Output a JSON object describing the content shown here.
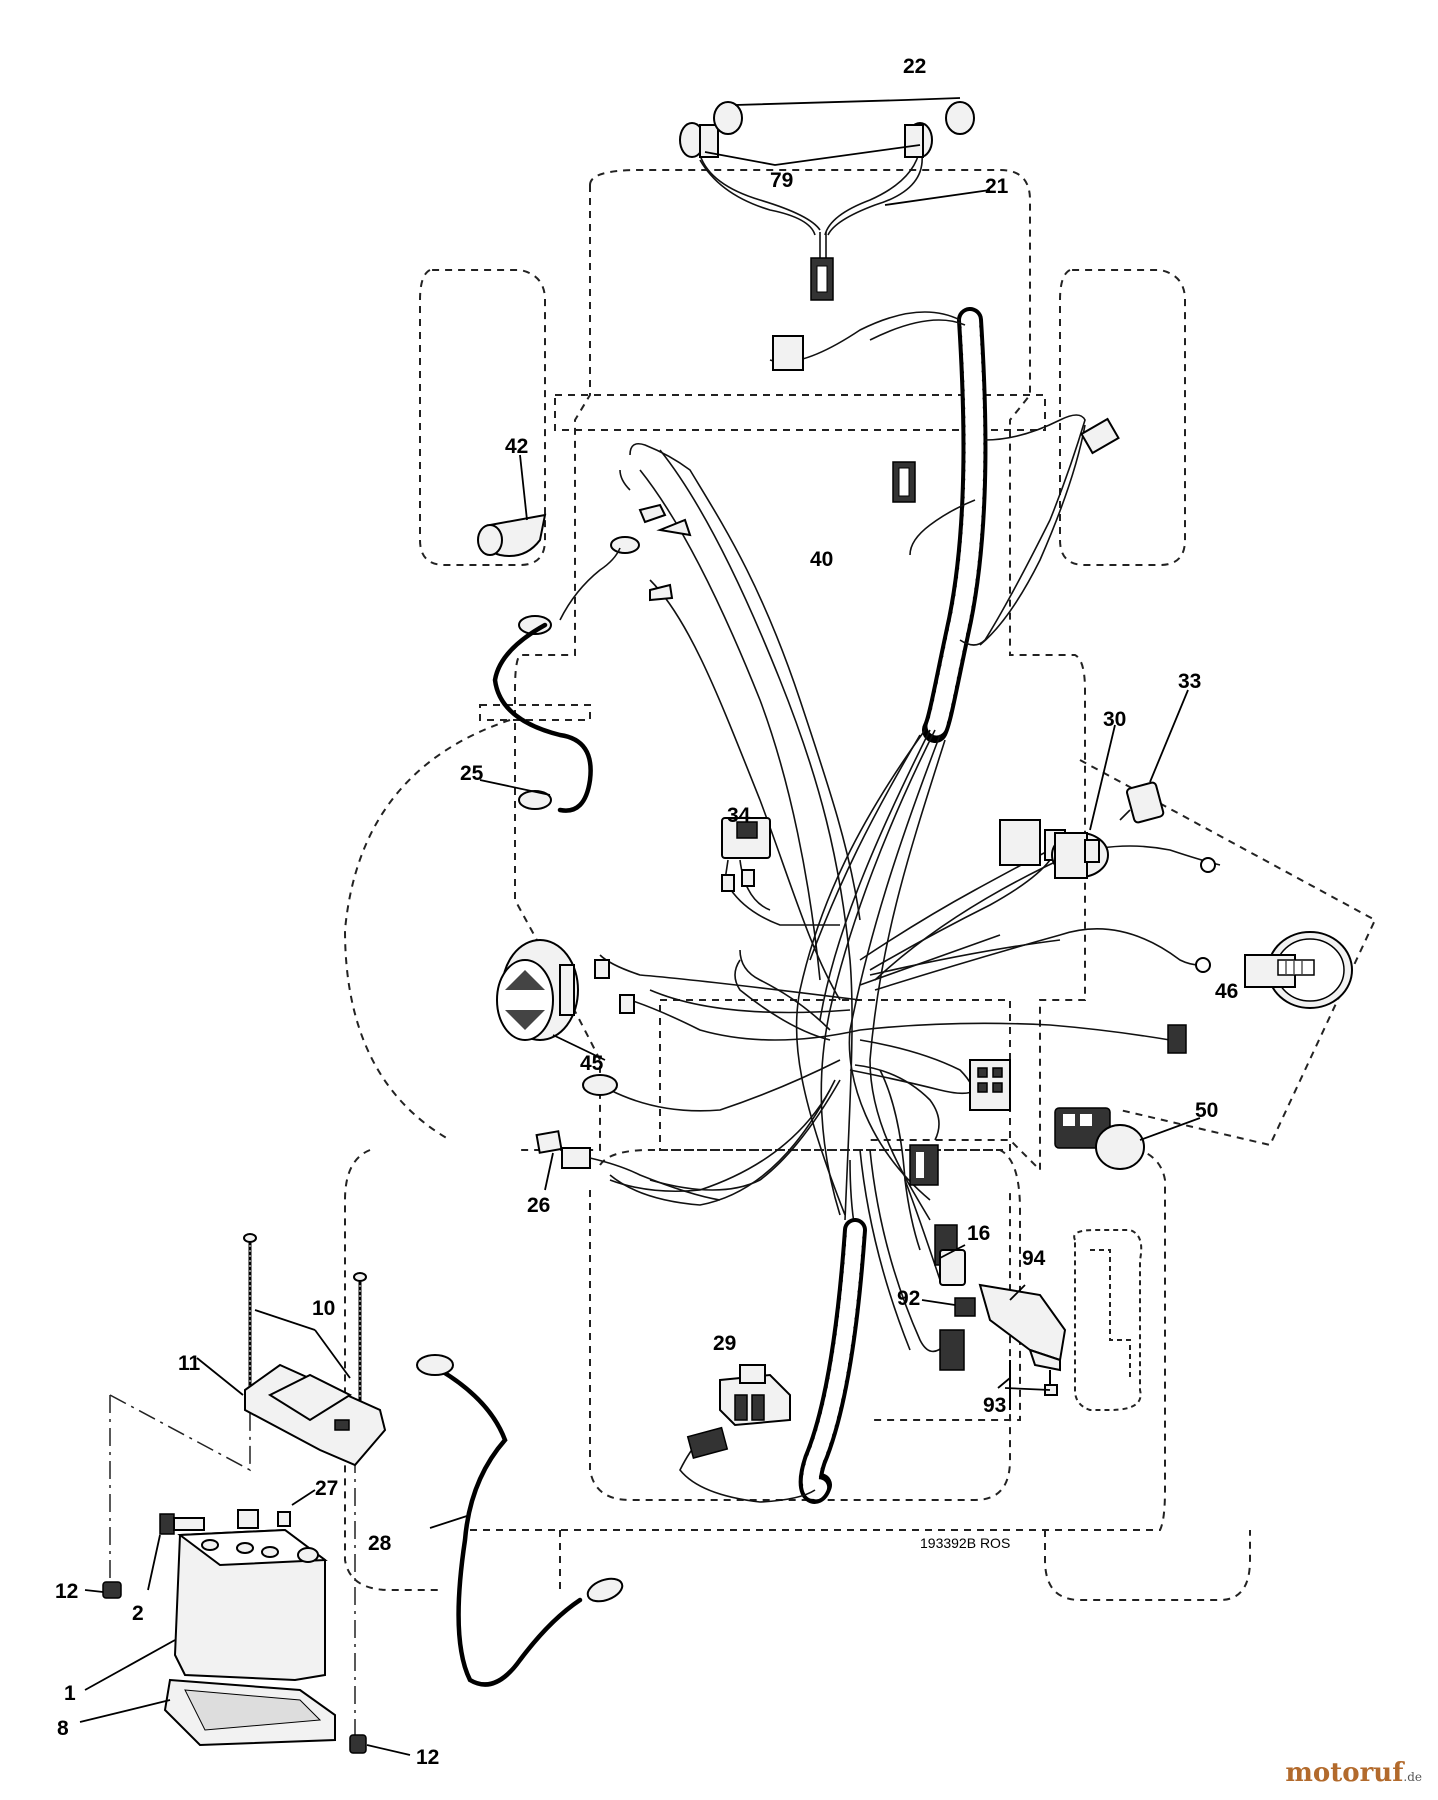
{
  "diagram": {
    "drawing_code": "193392B ROS",
    "callouts": [
      {
        "id": "c22",
        "text": "22"
      },
      {
        "id": "c79",
        "text": "79"
      },
      {
        "id": "c21",
        "text": "21"
      },
      {
        "id": "c42",
        "text": "42"
      },
      {
        "id": "c40",
        "text": "40"
      },
      {
        "id": "c33",
        "text": "33"
      },
      {
        "id": "c30",
        "text": "30"
      },
      {
        "id": "c25",
        "text": "25"
      },
      {
        "id": "c34",
        "text": "34"
      },
      {
        "id": "c46",
        "text": "46"
      },
      {
        "id": "c45",
        "text": "45"
      },
      {
        "id": "c50",
        "text": "50"
      },
      {
        "id": "c26",
        "text": "26"
      },
      {
        "id": "c16",
        "text": "16"
      },
      {
        "id": "c94",
        "text": "94"
      },
      {
        "id": "c92",
        "text": "92"
      },
      {
        "id": "c10",
        "text": "10"
      },
      {
        "id": "c11",
        "text": "11"
      },
      {
        "id": "c29",
        "text": "29"
      },
      {
        "id": "c93",
        "text": "93"
      },
      {
        "id": "c27",
        "text": "27"
      },
      {
        "id": "c28",
        "text": "28"
      },
      {
        "id": "c12a",
        "text": "12"
      },
      {
        "id": "c2",
        "text": "2"
      },
      {
        "id": "c1",
        "text": "1"
      },
      {
        "id": "c8",
        "text": "8"
      },
      {
        "id": "c12b",
        "text": "12"
      }
    ]
  },
  "watermark": {
    "name": "motoruf",
    "tld": ".de"
  }
}
